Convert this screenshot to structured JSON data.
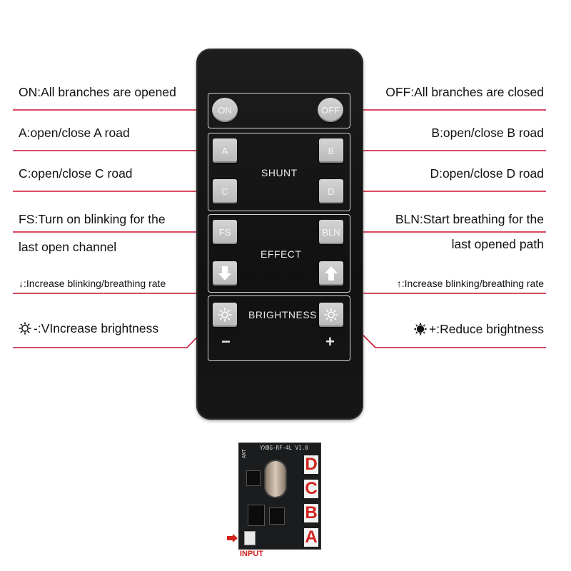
{
  "remote": {
    "buttons": {
      "on": "ON",
      "off": "OFF",
      "a": "A",
      "b": "B",
      "c": "C",
      "d": "D",
      "fs": "FS",
      "bln": "BLN"
    },
    "group_labels": {
      "shunt": "SHUNT",
      "effect": "EFFECT",
      "brightness": "BRIGHTNESS"
    },
    "minus": "−",
    "plus": "+"
  },
  "labels": {
    "on": "ON:All branches are opened",
    "off": "OFF:All branches are closed",
    "a": "A:open/close A road",
    "b": "B:open/close B road",
    "c": "C:open/close C road",
    "d": "D:open/close D road",
    "fs_line1": "FS:Turn on blinking for the",
    "fs_line2": "last open channel",
    "bln_line1": "BLN:Start breathing for the",
    "bln_line2": "last opened path",
    "down": "↓:Increase blinking/breathing rate",
    "up": "↑:Increase blinking/breathing rate",
    "minus": "-:VIncrease brightness",
    "plus": "+:Reduce brightness"
  },
  "pcb": {
    "model": "YXBG-RF-4L V1.0",
    "ant": "ANT",
    "letters": [
      "D",
      "C",
      "B",
      "A"
    ],
    "input_label": "INPUT"
  },
  "colors": {
    "leader_line": "#c8102e",
    "pcb_letter": "#d2231f"
  }
}
